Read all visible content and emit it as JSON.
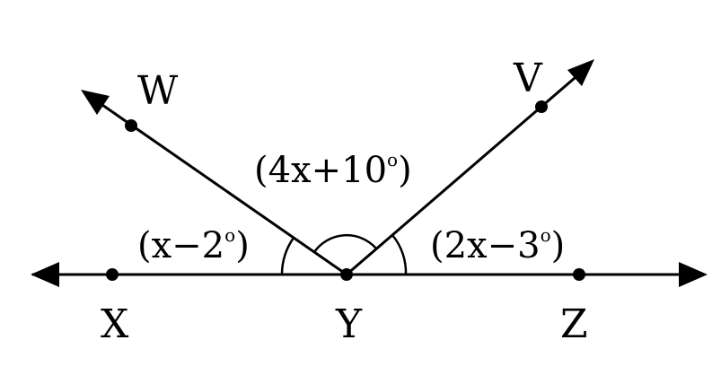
{
  "points": {
    "W": "W",
    "V": "V",
    "X": "X",
    "Y": "Y",
    "Z": "Z"
  },
  "angles": {
    "top": {
      "open": "(",
      "expr": "4x+10",
      "deg": "o",
      "close": ")"
    },
    "left": {
      "open": "(",
      "expr": "x−2",
      "deg": "o",
      "close": ")"
    },
    "right": {
      "open": "(",
      "expr": "2x−3",
      "deg": "o",
      "close": ")"
    }
  },
  "colors": {
    "stroke": "#000000"
  }
}
